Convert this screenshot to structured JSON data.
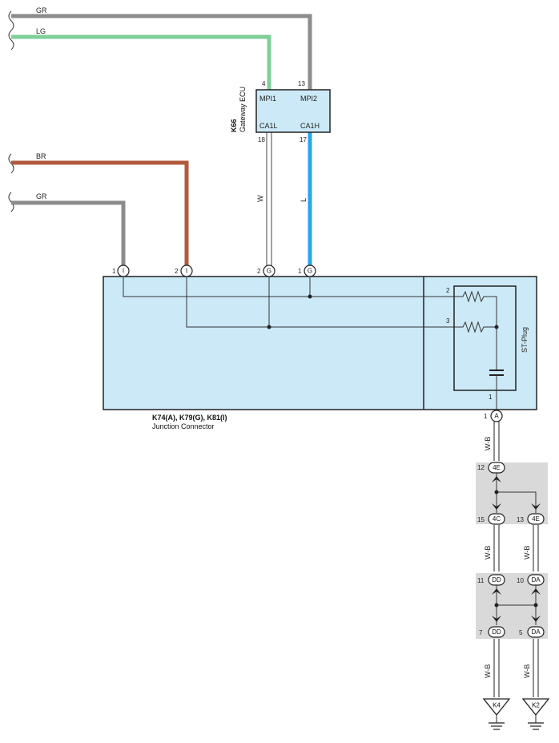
{
  "wires_left": {
    "gr_top": "GR",
    "lg": "LG",
    "br": "BR",
    "gr_mid": "GR"
  },
  "gateway": {
    "id": "K66",
    "name": "Gateway ECU",
    "pin_mpi1": "4",
    "pin_mpi2": "13",
    "lbl_mpi1": "MPI1",
    "lbl_mpi2": "MPI2",
    "lbl_ca1l": "CA1L",
    "lbl_ca1h": "CA1H",
    "pin_ca1l": "18",
    "pin_ca1h": "17",
    "wire_w": "W",
    "wire_l": "L"
  },
  "junction": {
    "title": "K74(A), K79(G), K81(I)",
    "subtitle": "Junction Connector",
    "top_pins": [
      {
        "num": "1",
        "conn": "I"
      },
      {
        "num": "2",
        "conn": "I"
      },
      {
        "num": "2",
        "conn": "G"
      },
      {
        "num": "1",
        "conn": "G"
      }
    ],
    "st_plug": "ST-Plug",
    "plug_pin2": "2",
    "plug_pin3": "3",
    "plug_pin1": "1",
    "bottom_pin_num": "1",
    "bottom_pin_conn": "A"
  },
  "ground_chain": {
    "wire_color": "W-B",
    "c1_num": "12",
    "c1_conn": "4E",
    "c2_left_num": "15",
    "c2_left_conn": "4C",
    "c2_right_num": "13",
    "c2_right_conn": "4E",
    "c3_left_num": "11",
    "c3_left_conn": "DD",
    "c3_right_num": "10",
    "c3_right_conn": "DA",
    "c4_left_num": "7",
    "c4_left_conn": "DD",
    "c4_right_num": "5",
    "c4_right_conn": "DA",
    "ground_left": "K4",
    "ground_right": "K2"
  },
  "colors": {
    "gr": "#8c8c8c",
    "lg": "#7fcf9a",
    "br": "#b05a3c",
    "l": "#2aa6e8",
    "box_fill": "#cce9f7",
    "splice_fill": "#d9d9d9"
  }
}
